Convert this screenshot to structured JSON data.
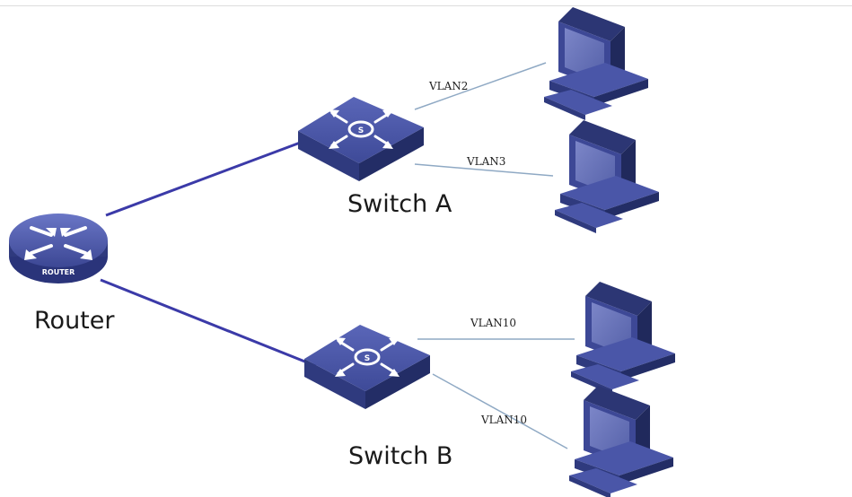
{
  "labels": {
    "router": "Router",
    "router_badge": "ROUTER",
    "switch_a": "Switch A",
    "switch_b": "Switch B",
    "vlan_a1": "VLAN2",
    "vlan_a2": "VLAN3",
    "vlan_b1": "VLAN10",
    "vlan_b2": "VLAN10"
  },
  "colors": {
    "trunk_link": "#3b3aa8",
    "access_link": "#8fa9c4",
    "device_top": "#4a56a8",
    "device_side": "#2f3a7e",
    "device_front": "#232d66"
  },
  "icons": {
    "router": "router-icon",
    "switch": "switch-icon",
    "pc": "pc-icon"
  }
}
